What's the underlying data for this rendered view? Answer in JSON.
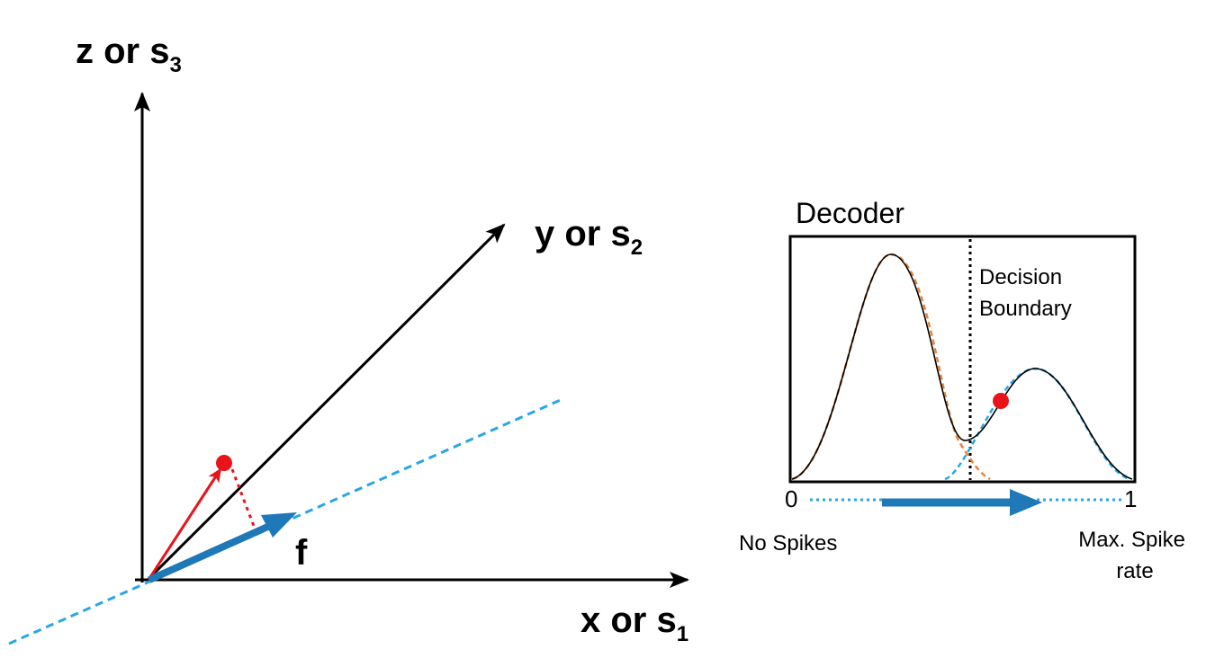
{
  "axes": {
    "z": {
      "main": "z or s",
      "sub": "3"
    },
    "y": {
      "main": "y or s",
      "sub": "2"
    },
    "x": {
      "main": "x or s",
      "sub": "1"
    }
  },
  "vector_label": "f",
  "decoder": {
    "title": "Decoder",
    "boundary_label": [
      "Decision",
      "Boundary"
    ],
    "tick_left": "0",
    "tick_right": "1",
    "left_caption": "No Spikes",
    "right_caption": [
      "Max. Spike",
      "rate"
    ]
  },
  "colors": {
    "black": "#000000",
    "red": "#e8141a",
    "blue_arrow": "#1f78b8",
    "dashed_blue": "#29a6e6",
    "dashed_orange": "#e8823a"
  }
}
